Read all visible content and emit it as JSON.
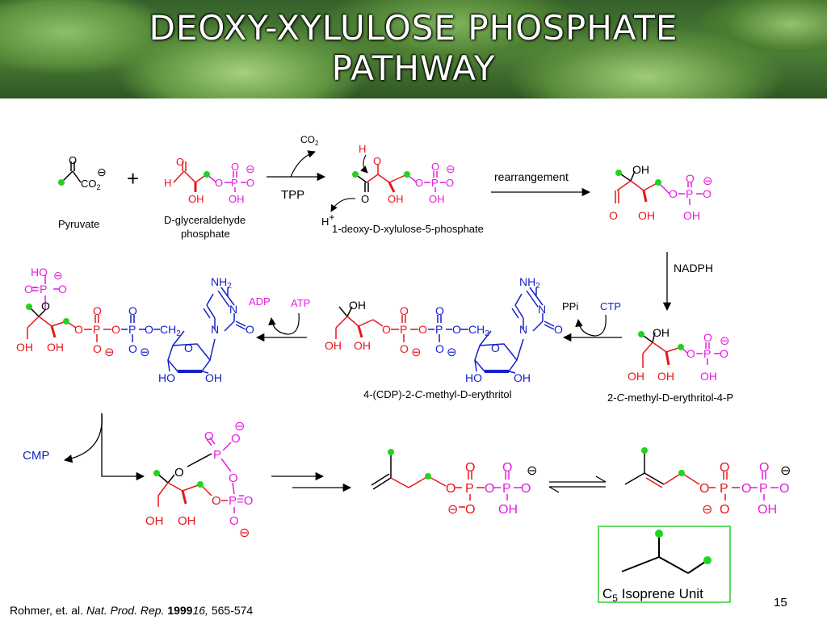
{
  "slide": {
    "title_line1": "DEOXY-XYLULOSE PHOSPHATE",
    "title_line2": "PATHWAY",
    "page_number": "15"
  },
  "citation": {
    "authors": "Rohmer, et. al.",
    "journal": "Nat. Prod. Rep.",
    "year": "1999",
    "volume": "16,",
    "pages": "565-574"
  },
  "labels": {
    "pyruvate": "Pyruvate",
    "gap_line1": "D-glyceraldehyde",
    "gap_line2": "phosphate",
    "tpp": "TPP",
    "co2": "CO",
    "co2_sub": "2",
    "dxp": "1-deoxy-D-xylulose-5-phosphate",
    "rearrangement": "rearrangement",
    "nadph": "NADPH",
    "mep": "-methyl-D-erythritol-4-P",
    "mep_prefix": "2-",
    "mep_c": "C",
    "cdpme": "4-(CDP)-2-",
    "cdpme_c": "C",
    "cdpme_suffix": "-methyl-D-erythritol",
    "ppi": "PPi",
    "ctp": "CTP",
    "adp": "ADP",
    "atp": "ATP",
    "cmp": "CMP",
    "isoprene": " Isoprene Unit",
    "isoprene_c": "C",
    "isoprene_sub": "5"
  },
  "chem": {
    "O": "O",
    "OH": "OH",
    "HO": "HO",
    "H": "H",
    "P": "P",
    "N": "N",
    "NH": "NH",
    "sub2": "2",
    "CO2a": "CO",
    "minus": "⊖",
    "plus": "+",
    "CH": "CH",
    "O_P": "O–P",
    "OP": "O=P",
    "POeq": "P=O",
    "dash": "–"
  },
  "colors": {
    "red": "#e8161b",
    "magenta": "#e61ce0",
    "blue": "#1322c9",
    "green": "#21d321",
    "black": "#000000",
    "box_border": "#2fcf2f"
  }
}
